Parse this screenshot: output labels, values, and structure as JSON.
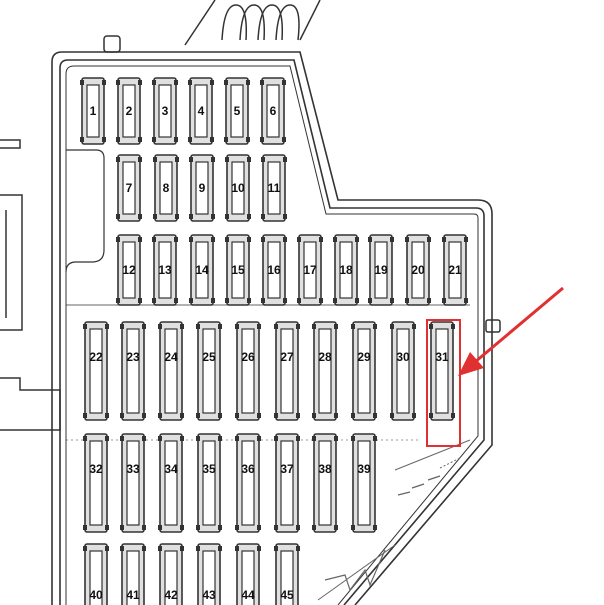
{
  "fuse_rows": [
    [
      "1",
      "2",
      "3",
      "4",
      "5",
      "6"
    ],
    [
      "7",
      "8",
      "9",
      "10",
      "11"
    ],
    [
      "12",
      "13",
      "14",
      "15",
      "16",
      "17",
      "18",
      "19",
      "20",
      "21"
    ],
    [
      "22",
      "23",
      "24",
      "25",
      "26",
      "27",
      "28",
      "29",
      "30",
      "31"
    ],
    [
      "32",
      "33",
      "34",
      "35",
      "36",
      "37",
      "38",
      "39"
    ],
    [
      "40",
      "41",
      "42",
      "43",
      "44",
      "45"
    ]
  ],
  "highlighted_fuse": "31",
  "colors": {
    "outline": "#333333",
    "fuse_fill": "#e0e0e0",
    "highlight": "#e03030",
    "arrow": "#e03030"
  }
}
